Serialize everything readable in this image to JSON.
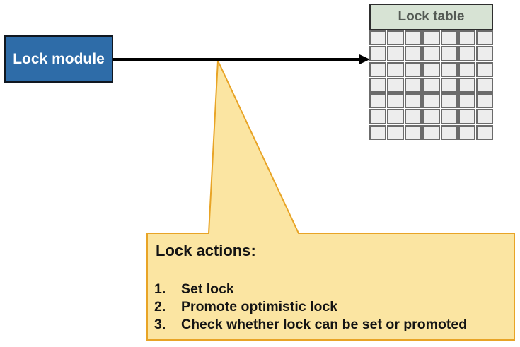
{
  "colors": {
    "module_fill": "#2E6CA8",
    "module_border": "#101720",
    "module_text": "#FFFFFF",
    "arrow": "#000000",
    "table_border": "#2E2E2E",
    "table_header_fill": "#D7E3D4",
    "table_header_text": "#545A54",
    "cell_fill": "#EDEDED",
    "cell_border": "#6B6B6B",
    "callout_fill": "#FBE5A2",
    "callout_border": "#E8A426",
    "callout_text": "#141414"
  },
  "module": {
    "label": "Lock module"
  },
  "lock_table": {
    "title": "Lock table",
    "rows": 7,
    "cols": 7
  },
  "callout": {
    "title": "Lock actions:",
    "items": [
      {
        "num": "1.",
        "label": "Set lock"
      },
      {
        "num": "2.",
        "label": "Promote optimistic lock"
      },
      {
        "num": "3.",
        "label": "Check whether lock can be set or promoted"
      }
    ]
  }
}
